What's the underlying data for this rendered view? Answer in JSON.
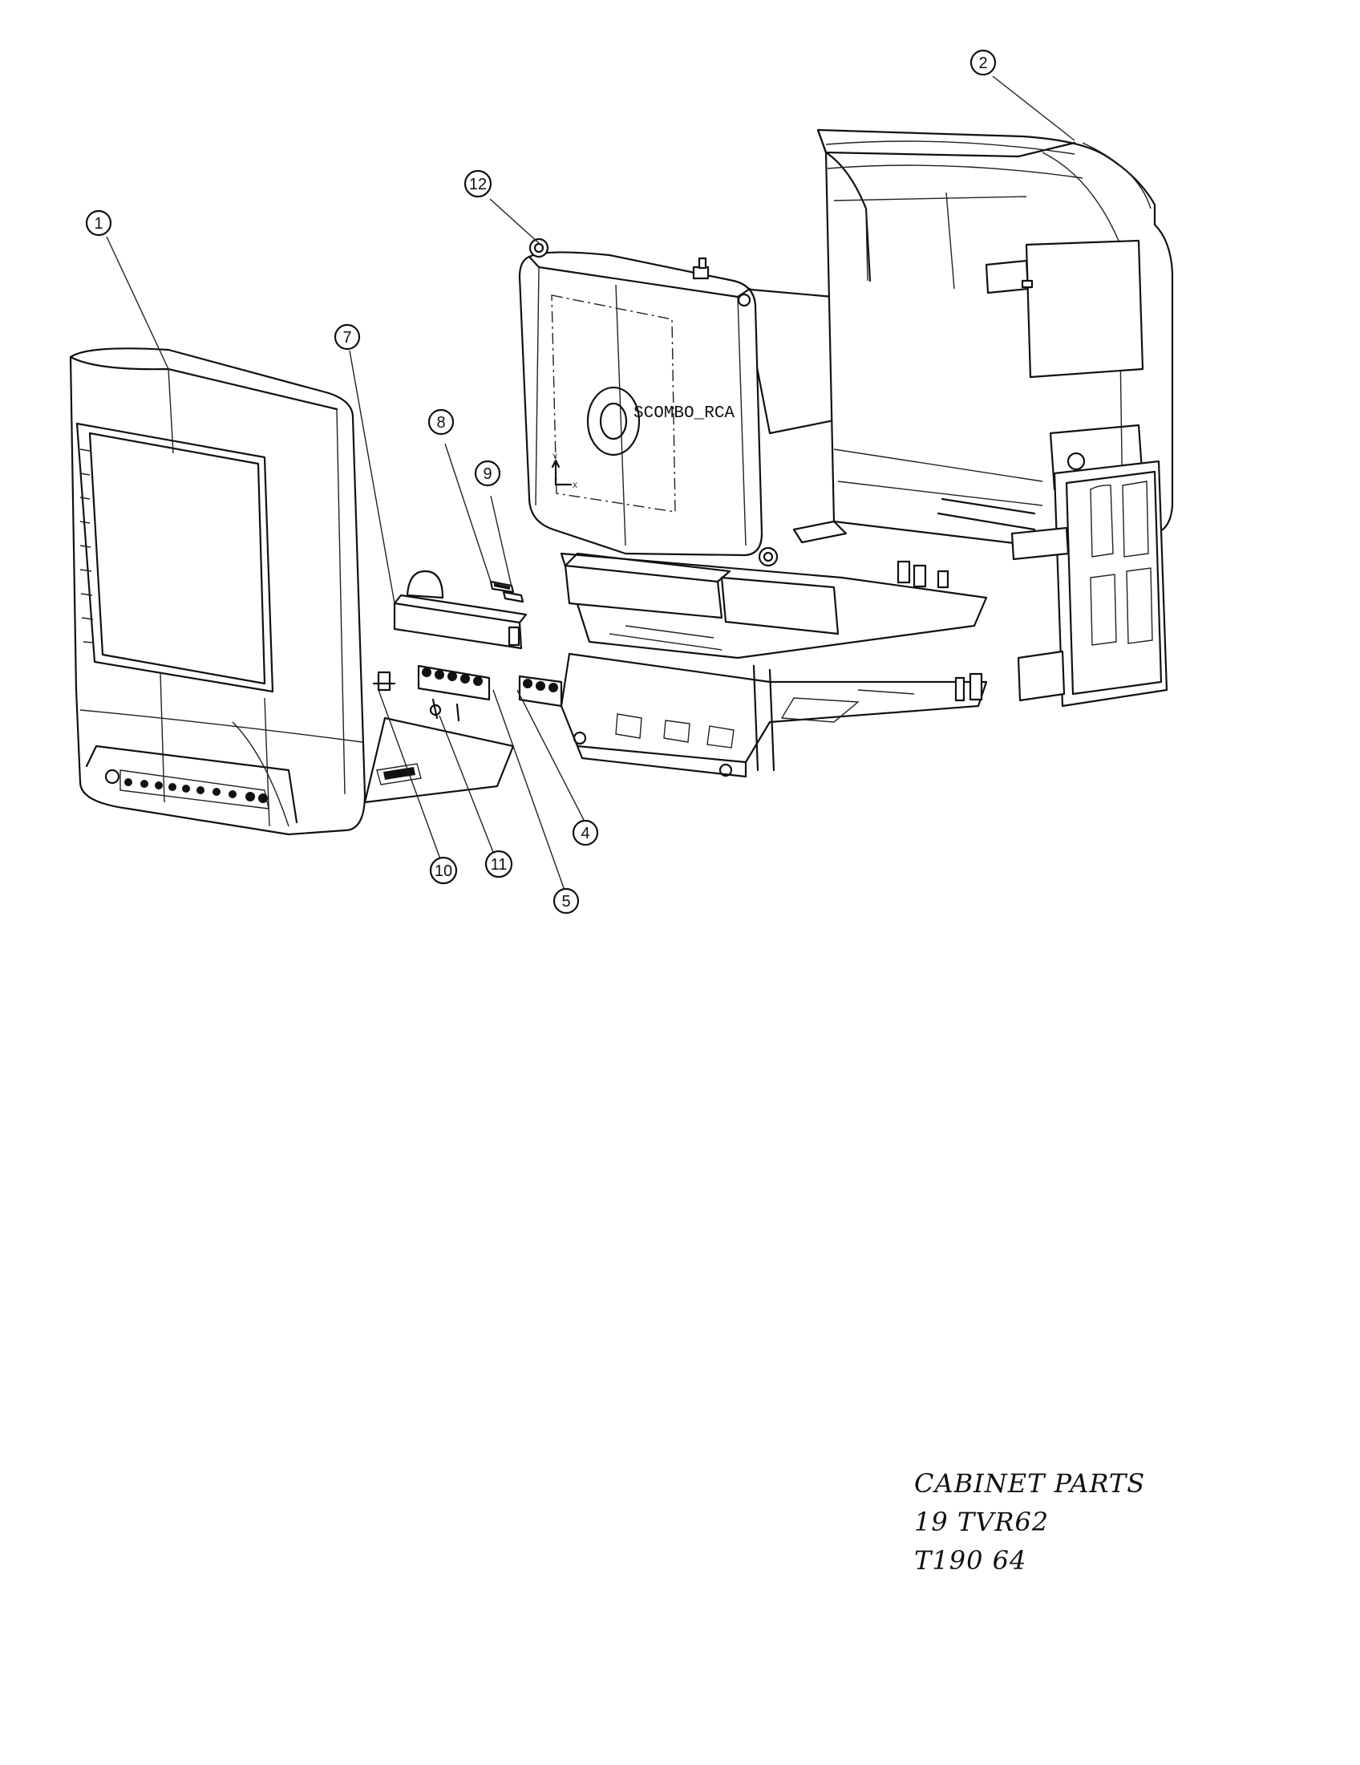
{
  "diagram": {
    "screen_label": "SCOMBO_RCA",
    "axis_y": "Y",
    "axis_x": "X",
    "callouts": [
      "1",
      "2",
      "4",
      "5",
      "7",
      "8",
      "9",
      "10",
      "11",
      "12"
    ]
  },
  "notes": {
    "line1": "CABINET PARTS",
    "line2": "19 TVR62",
    "line3": "T190 64"
  }
}
